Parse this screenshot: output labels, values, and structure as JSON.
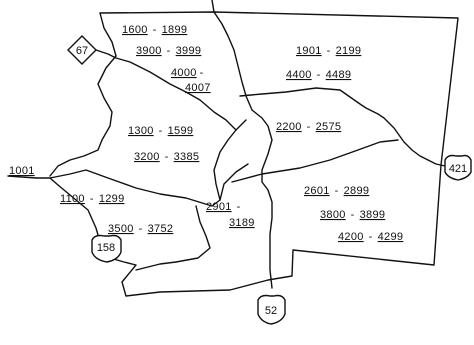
{
  "roads": {
    "r67": "67",
    "r1001": "1001",
    "r421": "421",
    "r158": "158",
    "r52": "52"
  },
  "zones": [
    {
      "id": "zone-a",
      "rows": [
        {
          "lo": "1600",
          "hi": "1899"
        },
        {
          "lo": "3900",
          "hi": "3999"
        },
        {
          "lo": "4000",
          "hi": "4007"
        }
      ]
    },
    {
      "id": "zone-b",
      "rows": [
        {
          "lo": "1901",
          "hi": "2199"
        },
        {
          "lo": "4400",
          "hi": "4489"
        }
      ]
    },
    {
      "id": "zone-c",
      "rows": [
        {
          "lo": "1300",
          "hi": "1599"
        },
        {
          "lo": "3200",
          "hi": "3385"
        }
      ]
    },
    {
      "id": "zone-d",
      "rows": [
        {
          "lo": "2200",
          "hi": "2575"
        }
      ]
    },
    {
      "id": "zone-e",
      "rows": [
        {
          "lo": "1100",
          "hi": "1299"
        },
        {
          "lo": "3500",
          "hi": "3752"
        }
      ]
    },
    {
      "id": "zone-f",
      "rows": [
        {
          "lo": "2901",
          "hi": "3189"
        }
      ]
    },
    {
      "id": "zone-g",
      "rows": [
        {
          "lo": "2601",
          "hi": "2899"
        },
        {
          "lo": "3800",
          "hi": "3899"
        },
        {
          "lo": "4200",
          "hi": "4299"
        }
      ]
    }
  ],
  "separator": "-"
}
